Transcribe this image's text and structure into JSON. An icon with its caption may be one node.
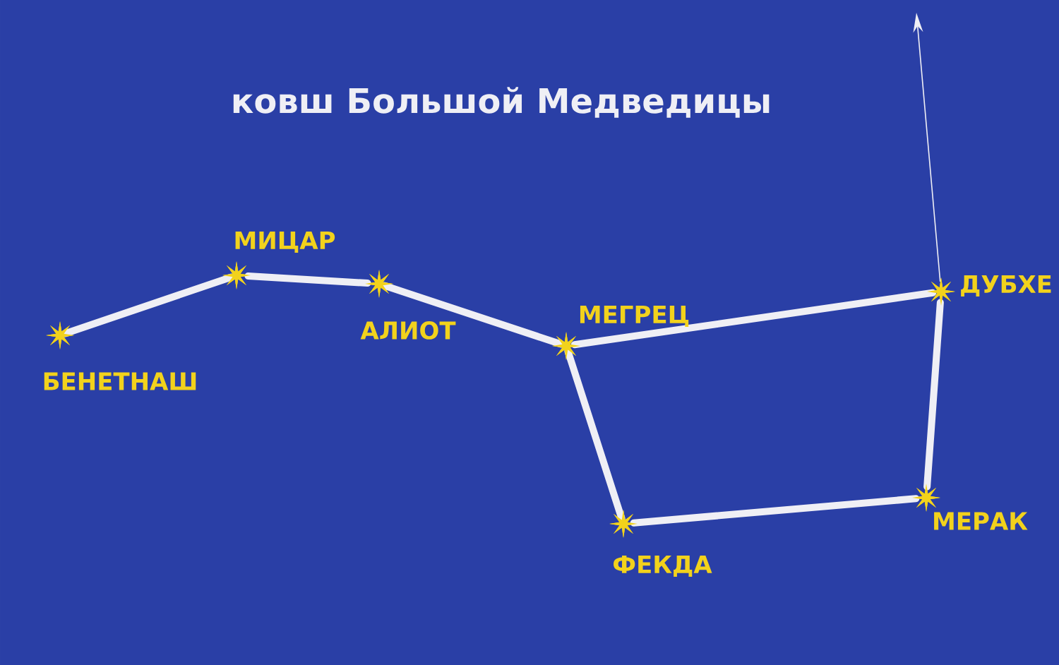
{
  "diagram": {
    "title": "ковш Большой Медведицы",
    "nodes": [
      {
        "text": [],
        "shape": "star",
        "beside": [
          "БЕНЕТНАШ"
        ]
      },
      {
        "text": [],
        "shape": "star",
        "beside": [
          "МИЦАР"
        ]
      },
      {
        "text": [],
        "shape": "star",
        "beside": [
          "АЛИОТ"
        ]
      },
      {
        "text": [],
        "shape": "star",
        "beside": [
          "МЕГРЕЦ"
        ]
      },
      {
        "text": [],
        "shape": "star",
        "beside": [
          "ДУБХЕ"
        ]
      },
      {
        "text": [],
        "shape": "star",
        "beside": [
          "МЕРАК"
        ]
      },
      {
        "text": [],
        "shape": "star",
        "beside": [
          "ФЕКДА"
        ]
      }
    ],
    "edges": [
      {
        "from": 0,
        "to": 1,
        "arrow": "none"
      },
      {
        "from": 1,
        "to": 2,
        "arrow": "none"
      },
      {
        "from": 2,
        "to": 3,
        "arrow": "none"
      },
      {
        "from": 3,
        "to": 4,
        "arrow": "none"
      },
      {
        "from": 4,
        "to": 5,
        "arrow": "none"
      },
      {
        "from": 5,
        "to": 6,
        "arrow": "none"
      },
      {
        "from": 6,
        "to": 3,
        "arrow": "none"
      },
      {
        "from": 4,
        "to": null,
        "arrow": "to"
      }
    ]
  }
}
